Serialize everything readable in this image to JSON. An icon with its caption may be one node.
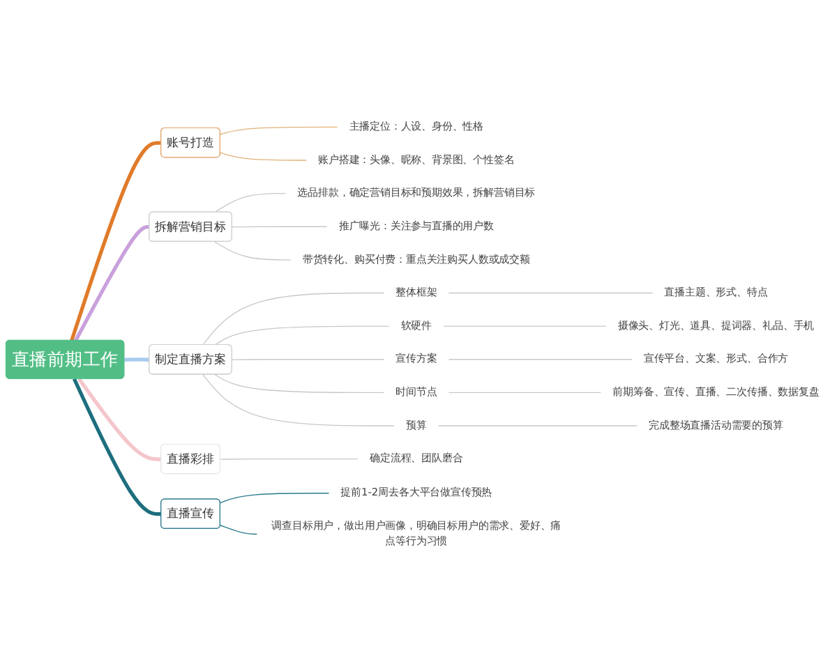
{
  "diagram": {
    "nodes": [
      {
        "text": [
          "直播前期工作"
        ]
      },
      {
        "text": [
          "账号打造"
        ]
      },
      {
        "text": [
          "主播定位：人设、身份、性格"
        ]
      },
      {
        "text": [
          "账户搭建：头像、昵称、背景图、个性签名"
        ]
      },
      {
        "text": [
          "拆解营销目标"
        ]
      },
      {
        "text": [
          "选品排款，确定营销目标和预期效果，拆解营销目标"
        ]
      },
      {
        "text": [
          "推广曝光：关注参与直播的用户数"
        ]
      },
      {
        "text": [
          "带货转化、购买付费：重点关注购买人数或成交额"
        ]
      },
      {
        "text": [
          "制定直播方案"
        ]
      },
      {
        "text": [
          "整体框架"
        ]
      },
      {
        "text": [
          "直播主题、形式、特点"
        ]
      },
      {
        "text": [
          "软硬件"
        ]
      },
      {
        "text": [
          "摄像头、灯光、道具、提词器、礼品、手机"
        ]
      },
      {
        "text": [
          "宣传方案"
        ]
      },
      {
        "text": [
          "宣传平台、文案、形式、合作方"
        ]
      },
      {
        "text": [
          "时间节点"
        ]
      },
      {
        "text": [
          "前期筹备、宣传、直播、二次传播、数据复盘"
        ]
      },
      {
        "text": [
          "预算"
        ]
      },
      {
        "text": [
          "完成整场直播活动需要的预算"
        ]
      },
      {
        "text": [
          "直播彩排"
        ]
      },
      {
        "text": [
          "确定流程、团队磨合"
        ]
      },
      {
        "text": [
          "直播宣传"
        ]
      },
      {
        "text": [
          "提前1-2周去各大平台做宣传预热"
        ]
      },
      {
        "text": [
          "调查目标用户，做出用户画像，明确目标用户的需求、爱好、痛点等行为习惯"
        ]
      }
    ],
    "edges": [
      {
        "from": 0,
        "to": 1,
        "arrow": "none",
        "style": "thick",
        "color": "#e07b2a"
      },
      {
        "from": 0,
        "to": 4,
        "arrow": "none",
        "style": "thick",
        "color": "#c9a0dc"
      },
      {
        "from": 0,
        "to": 8,
        "arrow": "none",
        "style": "thick",
        "color": "#a7cbee"
      },
      {
        "from": 0,
        "to": 19,
        "arrow": "none",
        "style": "thick",
        "color": "#f4c6cc"
      },
      {
        "from": 0,
        "to": 21,
        "arrow": "none",
        "style": "thick",
        "color": "#1d6e7e"
      },
      {
        "from": 1,
        "to": 2,
        "arrow": "none",
        "color": "#e0b27a"
      },
      {
        "from": 1,
        "to": 3,
        "arrow": "none",
        "color": "#e0b27a"
      },
      {
        "from": 4,
        "to": 5,
        "arrow": "none"
      },
      {
        "from": 4,
        "to": 6,
        "arrow": "none"
      },
      {
        "from": 4,
        "to": 7,
        "arrow": "none"
      },
      {
        "from": 8,
        "to": 9,
        "arrow": "none"
      },
      {
        "from": 8,
        "to": 11,
        "arrow": "none"
      },
      {
        "from": 8,
        "to": 13,
        "arrow": "none"
      },
      {
        "from": 8,
        "to": 15,
        "arrow": "none"
      },
      {
        "from": 8,
        "to": 17,
        "arrow": "none"
      },
      {
        "from": 9,
        "to": 10,
        "arrow": "none"
      },
      {
        "from": 11,
        "to": 12,
        "arrow": "none"
      },
      {
        "from": 13,
        "to": 14,
        "arrow": "none"
      },
      {
        "from": 15,
        "to": 16,
        "arrow": "none"
      },
      {
        "from": 17,
        "to": 18,
        "arrow": "none"
      },
      {
        "from": 19,
        "to": 20,
        "arrow": "none"
      },
      {
        "from": 21,
        "to": 22,
        "arrow": "none",
        "color": "#2a7a8c"
      },
      {
        "from": 21,
        "to": 23,
        "arrow": "none",
        "color": "#2a7a8c"
      }
    ]
  }
}
